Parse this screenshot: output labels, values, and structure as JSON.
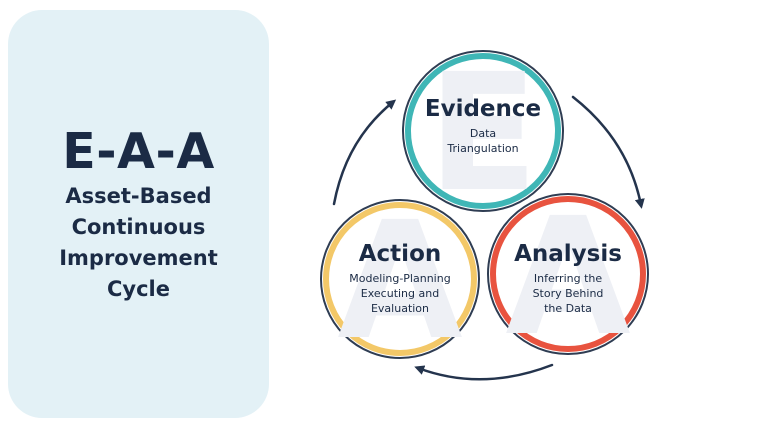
{
  "left_panel": {
    "title": "E-A-A",
    "subtitle_lines": [
      "Asset-Based",
      "Continuous",
      "Improvement",
      "Cycle"
    ]
  },
  "cycle": {
    "evidence": {
      "watermark": "E",
      "heading": "Evidence",
      "description_lines": [
        "Data",
        "Triangulation"
      ],
      "ring_color": "#3fb6b6"
    },
    "analysis": {
      "watermark": "A",
      "heading": "Analysis",
      "description_lines": [
        "Inferring the",
        "Story Behind",
        "the Data"
      ],
      "ring_color": "#e8533f"
    },
    "action": {
      "watermark": "A",
      "heading": "Action",
      "description_lines": [
        "Modeling-Planning",
        "Executing and",
        "Evaluation"
      ],
      "ring_color": "#f3c868"
    }
  },
  "colors": {
    "panel_bg": "#e3f1f6",
    "text": "#1b2b45",
    "arrow": "#24344d"
  }
}
